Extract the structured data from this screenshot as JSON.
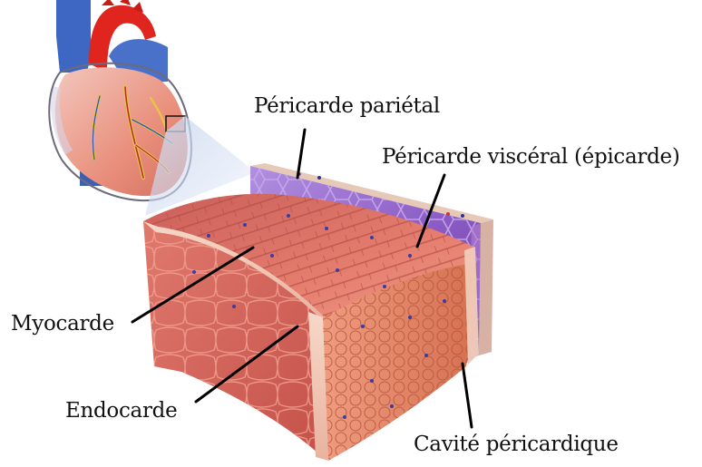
{
  "labels": {
    "pericarde_parietal": "Péricarde pariétal",
    "pericarde_visceral": "Péricarde viscéral (épicarde)",
    "myocarde": "Myocarde",
    "endocarde": "Endocarde",
    "cavite_pericardique": "Cavité péricardique"
  },
  "colors": {
    "pericardium": "#8f62c6",
    "myocardium": "#d96c63",
    "endocardium": "#f1c6b5",
    "heart_red": "#e0241e",
    "heart_blue": "#3d67c3"
  }
}
